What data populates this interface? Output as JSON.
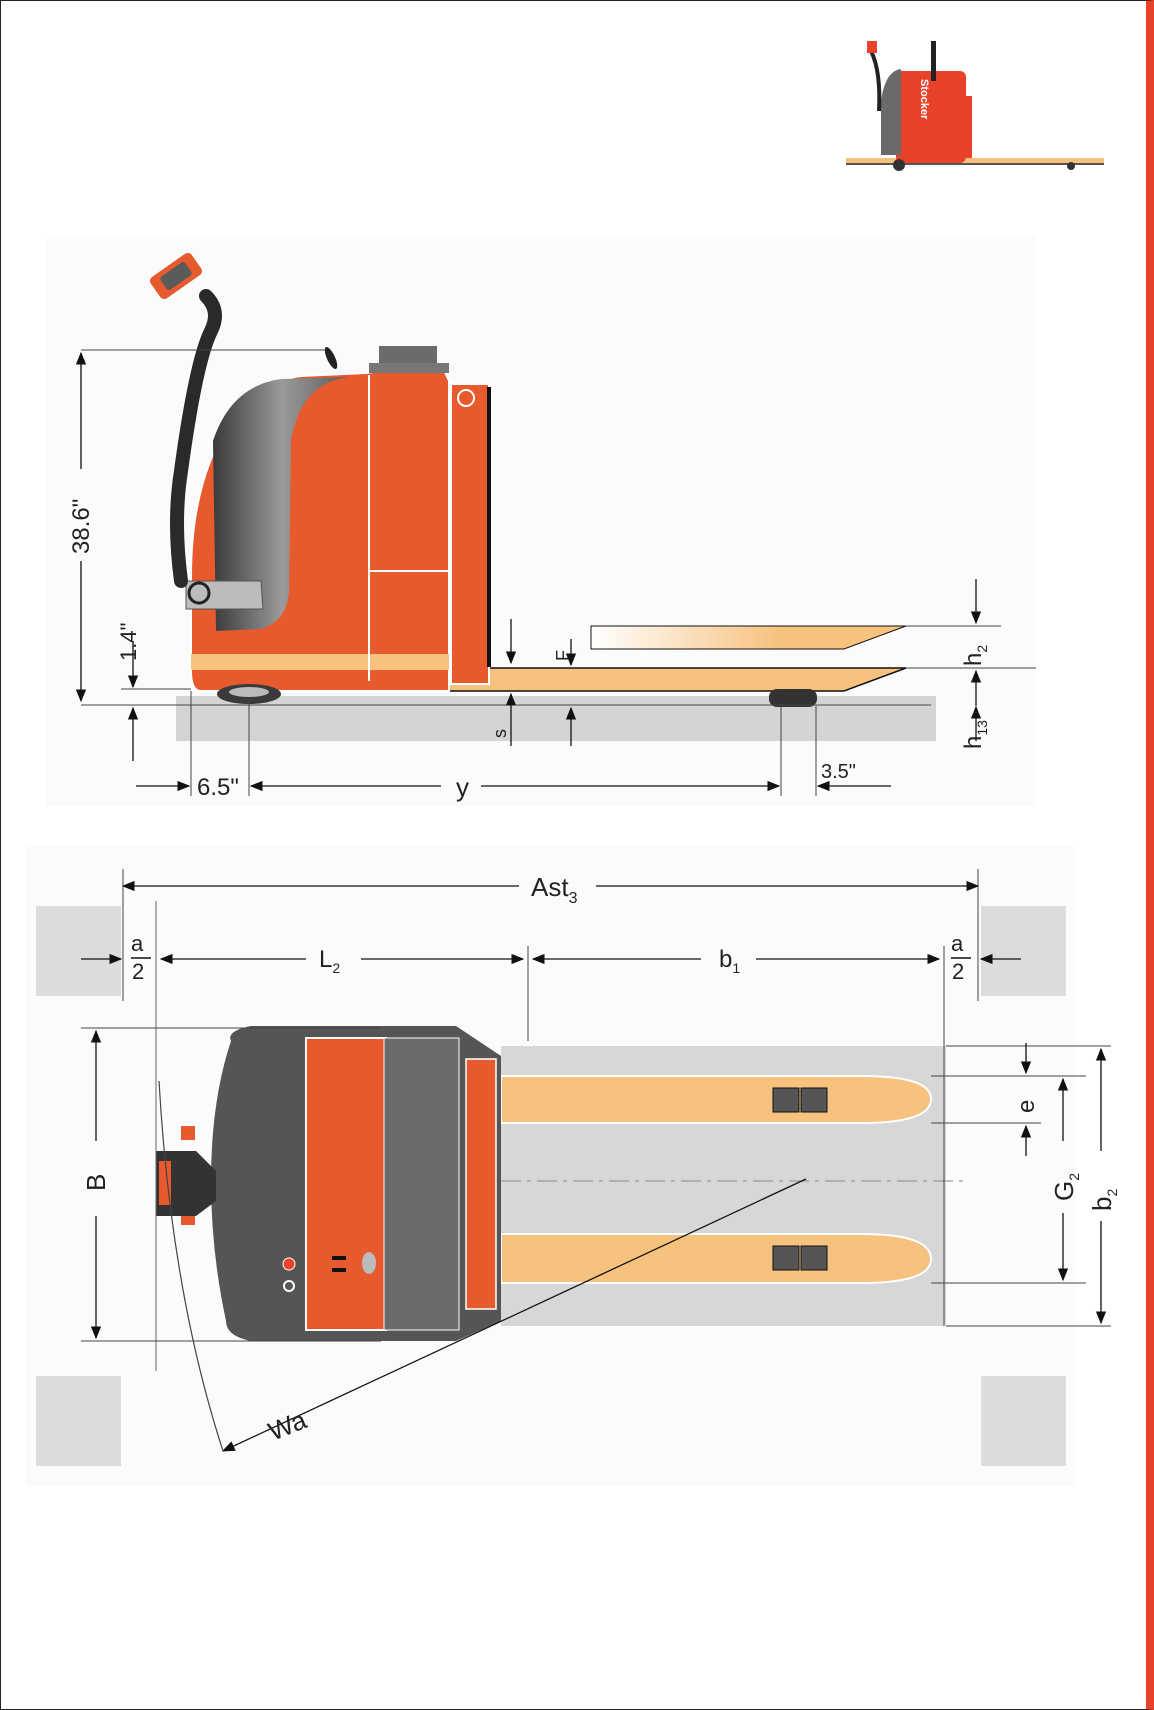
{
  "colors": {
    "body_orange": "#e65a2e",
    "fork_tan": "#f6c27e",
    "dark_grey": "#4a4a4a",
    "floor_grey": "#d4d4d4",
    "accent_red": "#e8422a"
  },
  "thumbnail": {
    "brand_text": "Stocker"
  },
  "side_view": {
    "height_label": "38.6\"",
    "ground_clearance_label": "1.4\"",
    "front_overhang_label": "6.5\"",
    "wheelbase_label": "y",
    "rear_label": "3.5\"",
    "fork_thickness_label": "F",
    "clearance_label": "s",
    "lift_height_label": "h",
    "lift_height_sub": "2",
    "lowered_height_label": "h",
    "lowered_height_sub": "13"
  },
  "top_view": {
    "aisle_label": "Ast",
    "aisle_sub": "3",
    "half_a_num": "a",
    "half_a_den": "2",
    "l2_label": "L",
    "l2_sub": "2",
    "b1_label": "b",
    "b1_sub": "1",
    "width_label": "B",
    "fork_gap_label": "e",
    "fork_spread_label": "G",
    "fork_spread_sub": "2",
    "fork_width_label": "b",
    "fork_width_sub": "2",
    "turning_radius_label": "Wa"
  }
}
